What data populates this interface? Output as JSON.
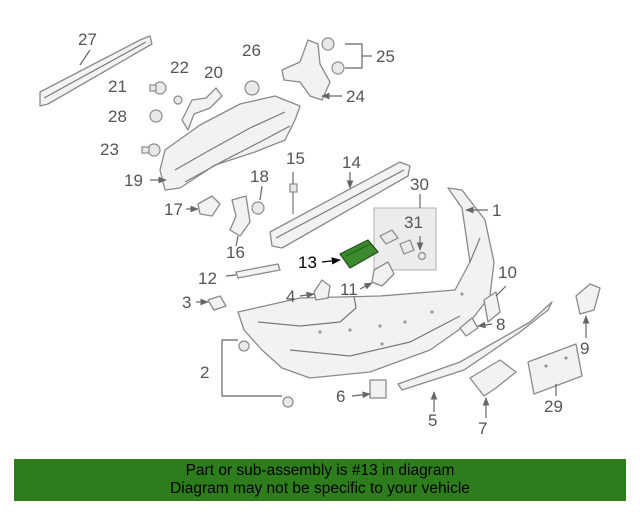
{
  "callouts": {
    "c1": "1",
    "c2": "2",
    "c3": "3",
    "c4": "4",
    "c5": "5",
    "c6": "6",
    "c7": "7",
    "c8": "8",
    "c9": "9",
    "c10": "10",
    "c11": "11",
    "c12": "12",
    "c13": "13",
    "c14": "14",
    "c15": "15",
    "c16": "16",
    "c17": "17",
    "c18": "18",
    "c19": "19",
    "c20": "20",
    "c21": "21",
    "c22": "22",
    "c23": "23",
    "c24": "24",
    "c25": "25",
    "c26": "26",
    "c27": "27",
    "c28": "28",
    "c29": "29",
    "c30": "30",
    "c31": "31"
  },
  "highlight": {
    "part": "13",
    "color": "#3c8a2e"
  },
  "banner": {
    "line1": "Part or sub-assembly is #13 in diagram",
    "line2": "Diagram may not be specific to your vehicle",
    "color": "#2e7d1c"
  }
}
